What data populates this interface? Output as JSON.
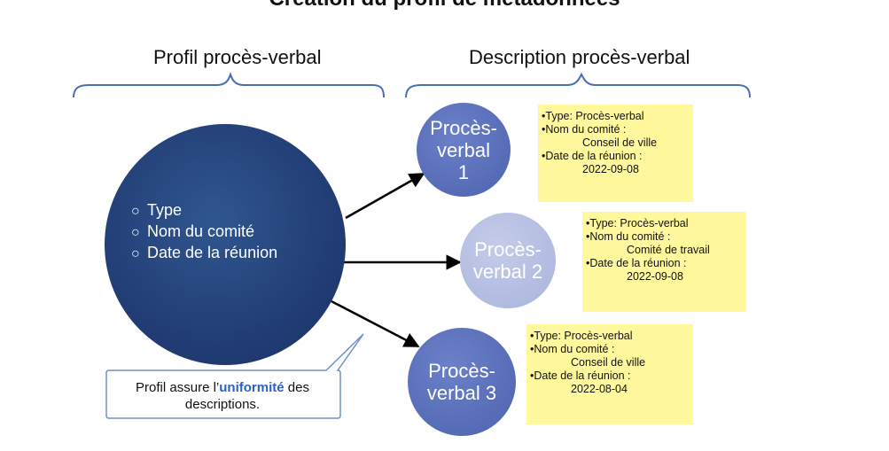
{
  "page": {
    "title_cut": "Création du profil de métadonnées"
  },
  "headers": {
    "left": "Profil procès-verbal",
    "right": "Description procès-verbal"
  },
  "profile": {
    "items": [
      "Type",
      "Nom du comité",
      "Date de la réunion"
    ]
  },
  "minutes": [
    {
      "label_line1": "Procès-",
      "label_line2": "verbal",
      "label_line3": "1",
      "type": "•Type: Procès-verbal",
      "committee_label": "•Nom du comité :",
      "committee": "Conseil de ville",
      "date_label": "•Date de la réunion :",
      "date": "2022-09-08"
    },
    {
      "label_line1": "Procès-",
      "label_line2": "verbal 2",
      "type": "•Type: Procès-verbal",
      "committee_label": "•Nom du comité :",
      "committee": "Comité de travail",
      "date_label": "•Date de la réunion :",
      "date": "2022-09-08"
    },
    {
      "label_line1": "Procès-",
      "label_line2": "verbal 3",
      "type": "•Type: Procès-verbal",
      "committee_label": "•Nom du comité :",
      "committee": "Conseil de ville",
      "date_label": "•Date de la réunion :",
      "date": "2022-08-04"
    }
  ],
  "callout": {
    "before": "Profil assure l’",
    "emphasis": "uniformité",
    "after": " des",
    "line2": "descriptions."
  },
  "colors": {
    "profile_circle": "#203a72",
    "minute_circle": "#5a6fbb",
    "minute_circle_faded": "#b4bde2",
    "note_bg": "#fff89c",
    "brace": "#4a6fb0",
    "emphasis": "#2b62c2"
  }
}
